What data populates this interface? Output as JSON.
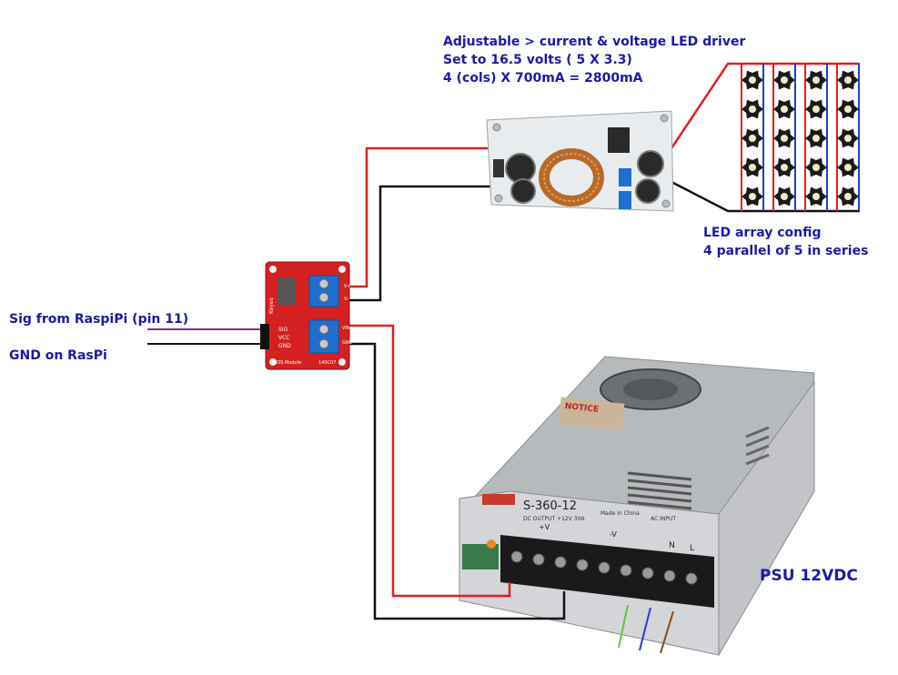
{
  "driver": {
    "line1": "Adjustable > current & voltage LED driver",
    "line2": "Set to 16.5 volts ( 5 X 3.3)",
    "line3": "4 (cols) X 700mA = 2800mA"
  },
  "led_array": {
    "line1": "LED array config",
    "line2": "4 parallel of 5  in series",
    "columns": 4,
    "rows": 5
  },
  "mos_module": {
    "brand": "Keyes",
    "model": "MOS Module",
    "code": "140C07",
    "pins": [
      "SIG",
      "VCC",
      "GND"
    ],
    "terminals": [
      "V+",
      "V-",
      "VIN",
      "GND"
    ]
  },
  "signals": {
    "sig": "Sig from RaspiPi (pin 11)",
    "gnd": "GND on RasPi"
  },
  "psu": {
    "label": "PSU 12VDC",
    "model": "S-360-12",
    "output": "DC OUTPUT  +12V 30A",
    "made": "Made in China",
    "input": "AC INPUT",
    "notice": "NOTICE",
    "terminals": [
      "+V",
      "-V",
      "N",
      "L"
    ]
  },
  "colors": {
    "text": "#1a1aa8",
    "wire_red": "#e02020",
    "wire_black": "#111111",
    "wire_purple": "#8a2a8a",
    "module_red": "#d42020",
    "terminal_blue": "#1f6fd0",
    "led_wire_blue": "#2040c0",
    "psu_body": "#c8cacd",
    "wire_green": "#6cc040",
    "wire_brown": "#8b4a1a"
  }
}
